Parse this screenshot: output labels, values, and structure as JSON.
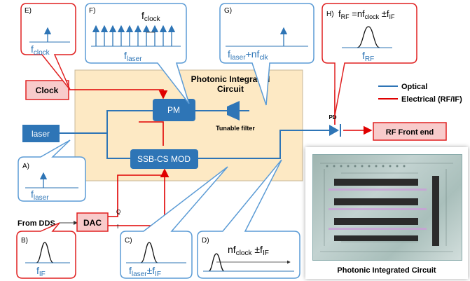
{
  "pic": {
    "title_line1": "Photonic Integrated",
    "title_line2": "Circuit"
  },
  "blocks": {
    "clock": "Clock",
    "laser": "laser",
    "pm": "PM",
    "ssb": "SSB-CS MOD",
    "dac": "DAC",
    "rf_front_end": "RF Front end",
    "pd": "PD",
    "tunable_filter": "Tunable filter",
    "from_dds": "From DDS",
    "q": "Q",
    "i": "I"
  },
  "legend": {
    "optical": "Optical",
    "electrical": "Electrical (RF/IF)"
  },
  "callouts": {
    "A": {
      "tag": "A)",
      "label": "f",
      "sub": "laser"
    },
    "B": {
      "tag": "B)",
      "label": "f",
      "sub": "IF"
    },
    "C": {
      "tag": "C)",
      "label": "f",
      "sub": "laser",
      "label2": "±f",
      "sub2": "IF"
    },
    "D": {
      "tag": "D)",
      "label": "nf",
      "sub": "clock",
      "label2": " ±f",
      "sub2": "IF"
    },
    "E": {
      "tag": "E)",
      "label": "f",
      "sub": "clock"
    },
    "F": {
      "tag": "F)",
      "top_label": "f",
      "top_sub": "clock",
      "label": "f",
      "sub": "laser"
    },
    "G": {
      "tag": "G)",
      "label": "f",
      "sub": "laser",
      "label2": "+nf",
      "sub2": "clk"
    },
    "H": {
      "tag": "H)",
      "eq_f": "f",
      "eq_sub": "RF",
      "eq_mid": " =nf",
      "eq_sub2": "clock",
      "eq_pm": " ±f",
      "eq_sub3": "IF",
      "label": "f",
      "sub": "RF"
    }
  },
  "photo_caption": "Photonic Integrated Circuit",
  "colors": {
    "optical": "#2e75b6",
    "electrical": "#e00000",
    "pic_bg": "#fde9c4",
    "block_blue": "#2e75b6",
    "callout_blue": "#5b9bd5",
    "callout_red": "#e02020",
    "clock_bg": "#f8cbcb"
  }
}
